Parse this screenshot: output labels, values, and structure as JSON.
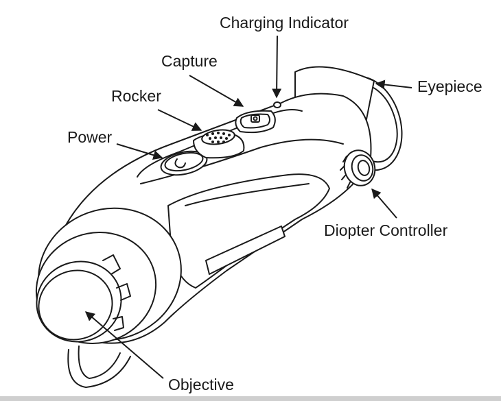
{
  "labels": {
    "charging_indicator": "Charging Indicator",
    "capture": "Capture",
    "rocker": "Rocker",
    "power": "Power",
    "eyepiece": "Eyepiece",
    "diopter_controller": "Diopter Controller",
    "objective": "Objective"
  }
}
